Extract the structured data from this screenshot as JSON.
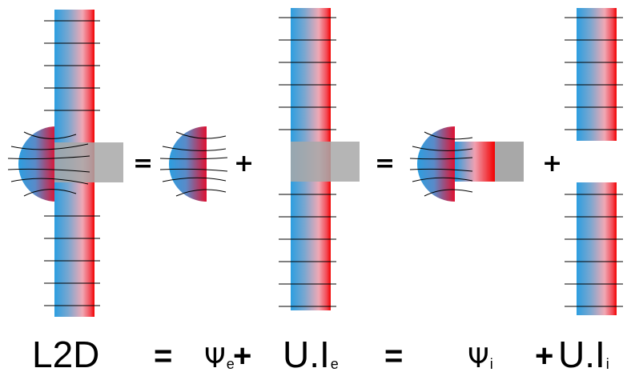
{
  "colors": {
    "blue": "#2c9ee0",
    "red": "#f20000",
    "pink": "#f0a8b4",
    "grey": "#a8a8a8",
    "line": "#000000"
  },
  "operators": {
    "eq1": "=",
    "plus1": "+",
    "eq2": "=",
    "plus2": "+"
  },
  "formula": {
    "lhs": "L2D",
    "eq1": "=",
    "psi_e": "Ψ",
    "psi_e_sub": "e",
    "plus1": "+",
    "u_e": "U.I",
    "u_e_sub": "e",
    "eq2": "=",
    "psi_i": "Ψ",
    "psi_i_sub": "i",
    "plus2": "+",
    "u_i": "U.I",
    "u_i_sub": "i"
  }
}
